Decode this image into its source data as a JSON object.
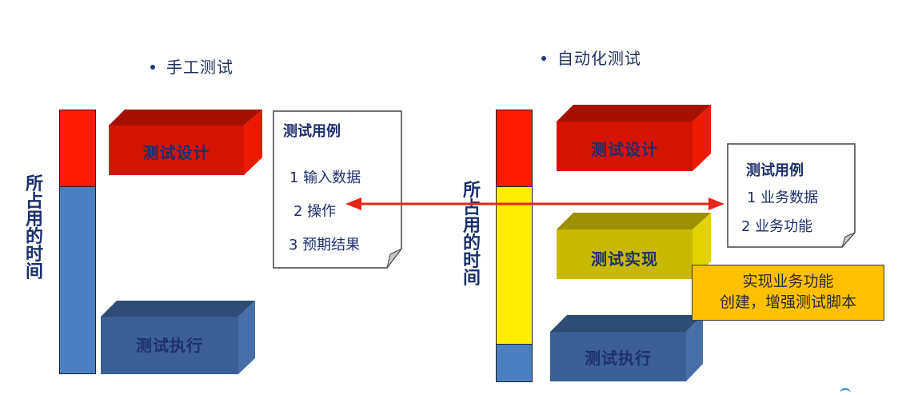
{
  "manual": {
    "heading": "手工测试",
    "axis_label": [
      "所",
      "占",
      "用",
      "的",
      "时",
      "间"
    ],
    "bar": {
      "segments": [
        {
          "name": "design",
          "color": "#ff1a00"
        },
        {
          "name": "execution",
          "color": "#4a7fc1"
        }
      ]
    },
    "design_box": "测试设计",
    "execution_box": "测试执行",
    "test_case_doc": {
      "title": "测试用例",
      "items": [
        "1 输入数据",
        "2 操作",
        "3 预期结果"
      ]
    }
  },
  "automation": {
    "heading": "自动化测试",
    "axis_label": [
      "所",
      "占",
      "用",
      "的",
      "时",
      "间"
    ],
    "bar": {
      "segments": [
        {
          "name": "design",
          "color": "#ff1a00"
        },
        {
          "name": "implementation",
          "color": "#ffee00"
        },
        {
          "name": "execution",
          "color": "#4a7fc1"
        }
      ]
    },
    "design_box": "测试设计",
    "implementation_box": "测试实现",
    "execution_box": "测试执行",
    "test_case_doc": {
      "title": "测试用例",
      "items": [
        "1 业务数据",
        "2 业务功能"
      ]
    },
    "note": {
      "line1": "实现业务功能",
      "line2": "创建，增强测试脚本"
    }
  },
  "colors": {
    "red_front": "#d41400",
    "red_top": "#a51000",
    "red_side": "#ee1a00",
    "yellow_front": "#c8b800",
    "yellow_top": "#9e8f00",
    "yellow_side": "#e2d200",
    "blue_front": "#3a6096",
    "blue_top": "#2e4d76",
    "blue_side": "#466fa8",
    "arrow": "#e8251a",
    "note_bg": "#ffc000"
  }
}
